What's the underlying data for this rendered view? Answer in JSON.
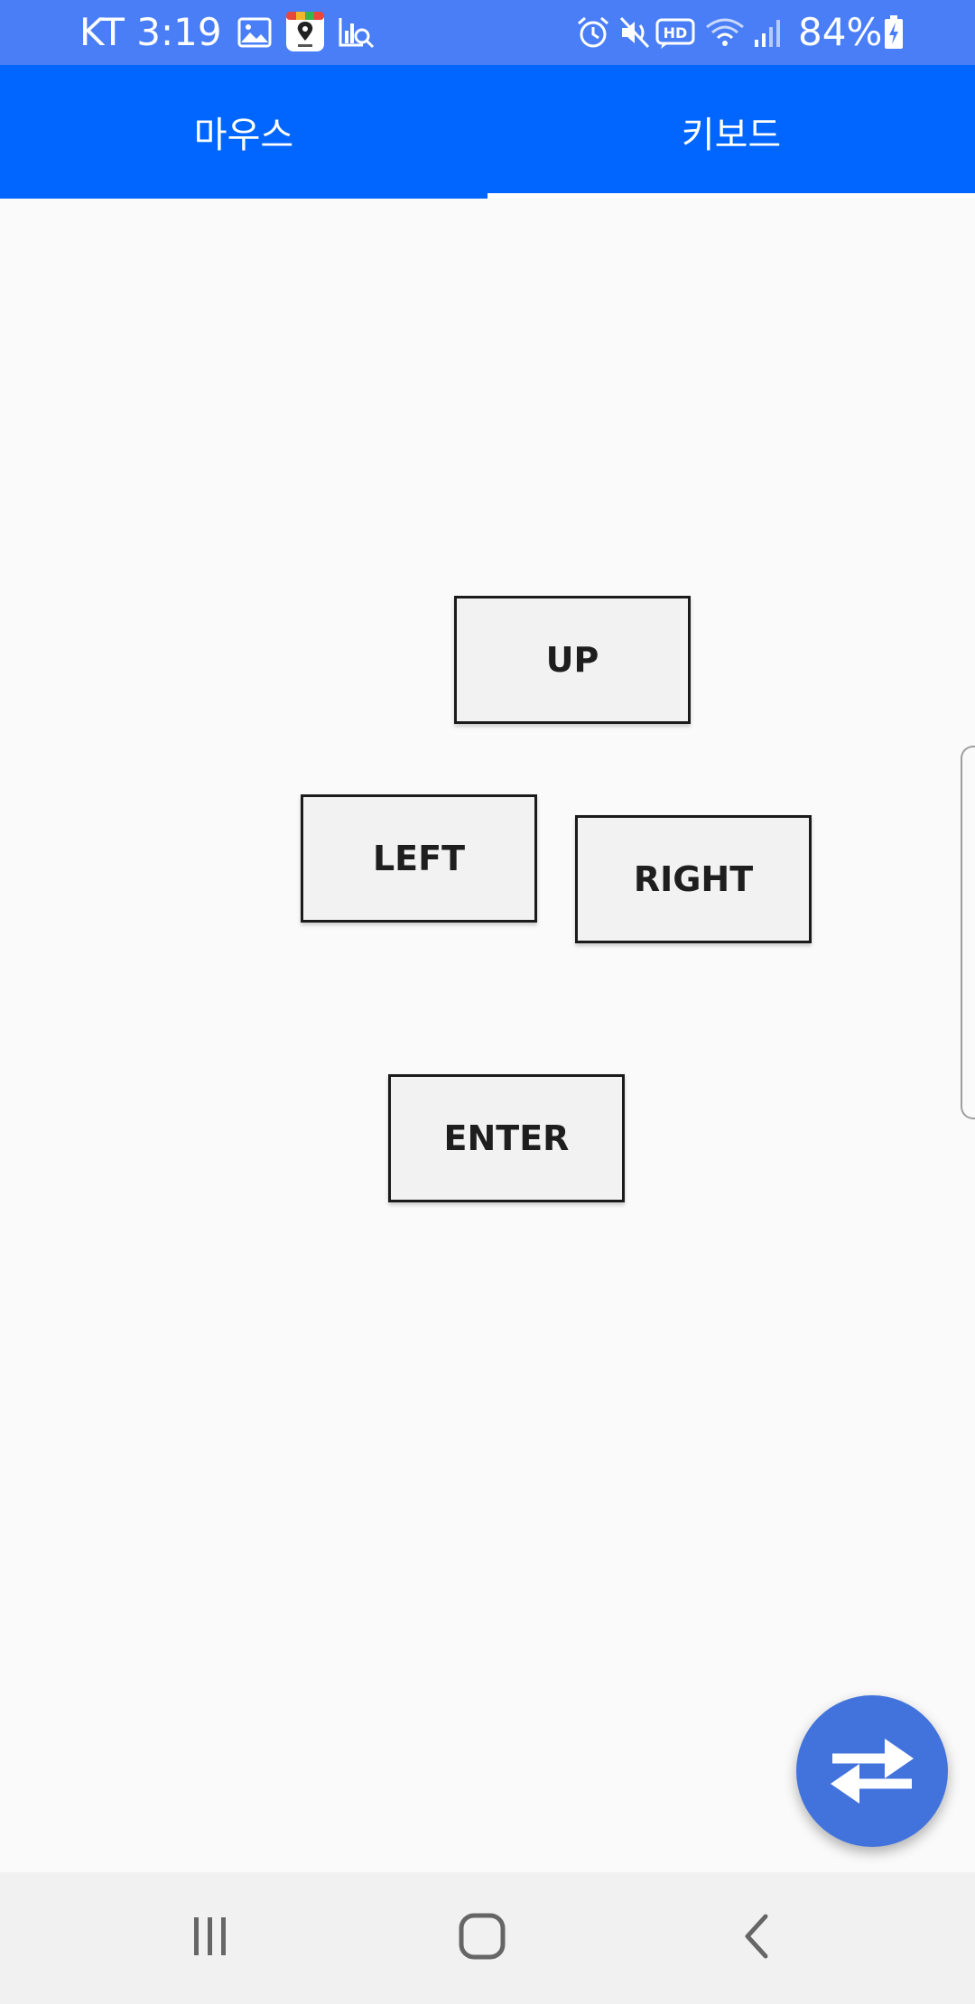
{
  "status_bar": {
    "carrier_time": "KT 3:19",
    "battery": "84%",
    "left_icons": [
      "gallery-icon",
      "map-app-icon",
      "search-chart-icon"
    ],
    "right_icons": [
      "alarm-icon",
      "mute-icon",
      "hd-icon",
      "wifi-icon",
      "signal-icon",
      "battery-charging-icon"
    ],
    "background": "#4a7ef7"
  },
  "tabs": [
    {
      "label": "마우스",
      "selected": true
    },
    {
      "label": "키보드",
      "selected": false
    }
  ],
  "tab_color": "#0066ff",
  "keys": {
    "up": "UP",
    "left": "LEFT",
    "right": "RIGHT",
    "enter": "ENTER"
  },
  "fab": {
    "icon": "swap-arrows-icon",
    "color": "#4273dc"
  },
  "nav_bar": {
    "icons": [
      "recent-apps-icon",
      "home-icon",
      "back-icon"
    ]
  }
}
